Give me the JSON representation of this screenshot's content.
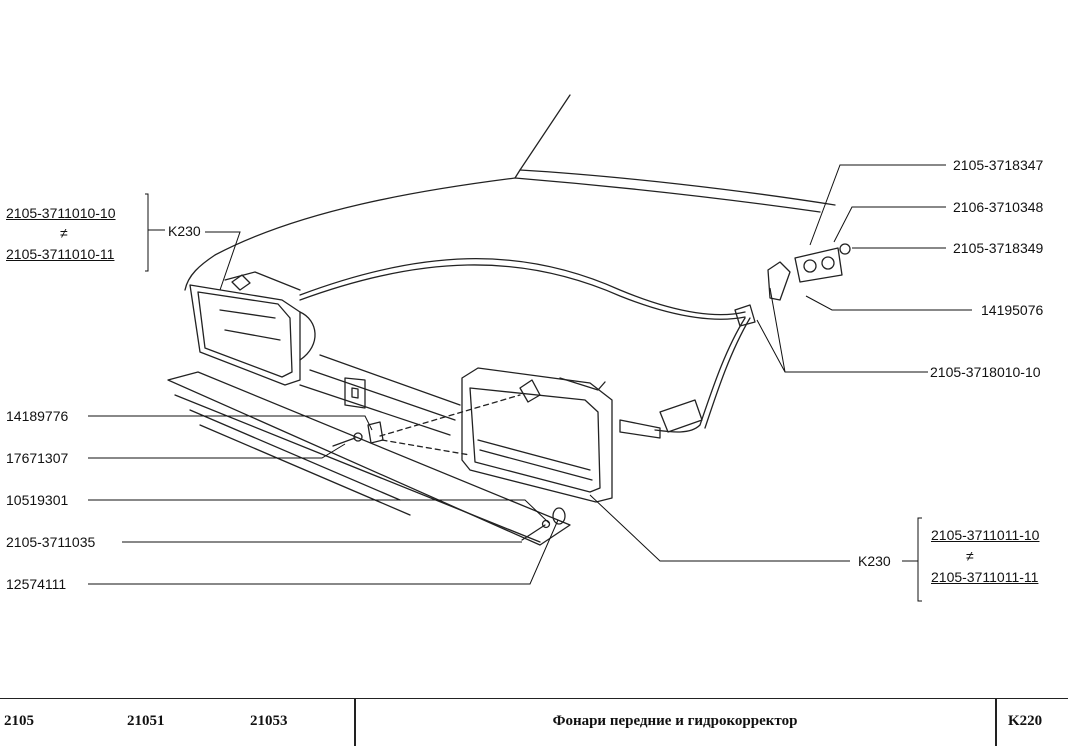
{
  "labels": {
    "k230_left": "K230",
    "k230_right": "K230",
    "p_2105_3718347": "2105-3718347",
    "p_2106_3710348": "2106-3710348",
    "p_2105_3718349": "2105-3718349",
    "p_14195076": "14195076",
    "p_2105_3718010_10": "2105-3718010-10",
    "p_14189776": "14189776",
    "p_17671307": "17671307",
    "p_10519301": "10519301",
    "p_2105_3711035": "2105-3711035",
    "p_12574111": "12574111"
  },
  "left_group": {
    "top": "2105-3711010-10",
    "sign": "≠",
    "bottom": "2105-3711010-11"
  },
  "right_group": {
    "top": "2105-3711011-10",
    "sign": "≠",
    "bottom": "2105-3711011-11"
  },
  "footer": {
    "model_1": "2105",
    "model_2": "21051",
    "model_3": "21053",
    "title": "Фонари передние и гидрокорректор",
    "code": "K220"
  }
}
